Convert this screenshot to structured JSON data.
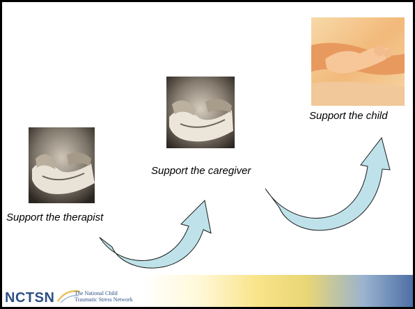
{
  "slide": {
    "captions": {
      "therapist": "Support the therapist",
      "caregiver": "Support the caregiver",
      "child": "Support the child"
    },
    "photos": {
      "therapist": "cupped-hands-photo",
      "caregiver": "cupped-hands-photo",
      "child": "baby-hand-photo"
    }
  },
  "footer": {
    "logo": "NCTSN",
    "network_line1": "The National Child",
    "network_line2": "Traumatic Stress Network",
    "logo_color": "#2d4f86"
  },
  "colors": {
    "arrow_fill": "#bfe2ea",
    "arrow_stroke": "#1a1a1a",
    "border": "#000000"
  }
}
